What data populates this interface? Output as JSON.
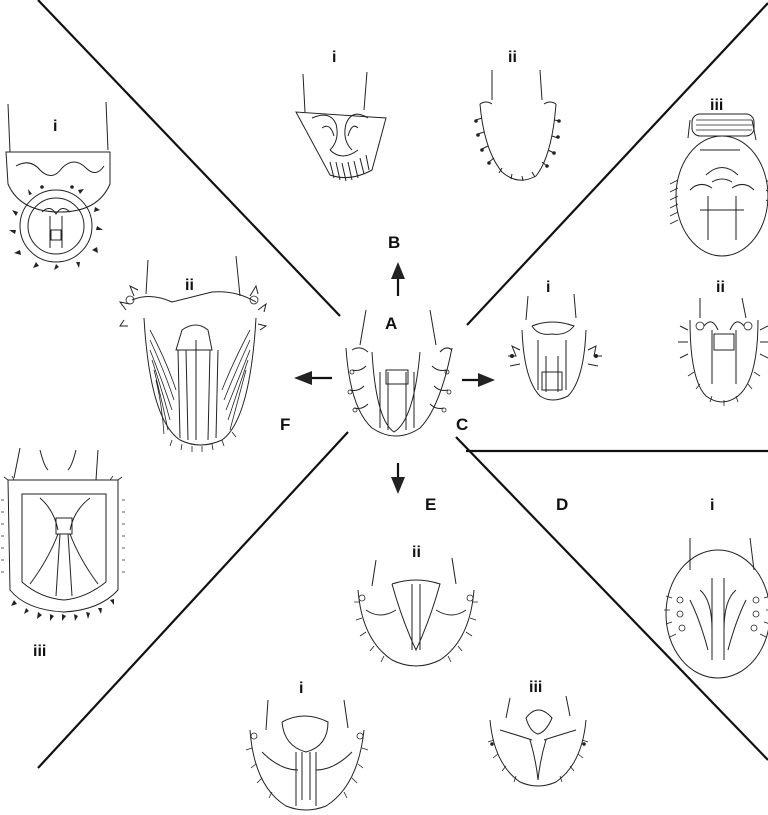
{
  "groups": [
    {
      "key": "A",
      "label": "A"
    },
    {
      "key": "B",
      "label": "B"
    },
    {
      "key": "C",
      "label": "C"
    },
    {
      "key": "D",
      "label": "D"
    },
    {
      "key": "E",
      "label": "E"
    },
    {
      "key": "F",
      "label": "F"
    }
  ],
  "subfigure_labels": {
    "b_i": "i",
    "b_ii": "ii",
    "c_i": "i",
    "c_ii": "ii",
    "c_iii": "iii",
    "d_i": "i",
    "e_i": "i",
    "e_ii": "ii",
    "e_iii": "iii",
    "f_i": "i",
    "f_ii": "ii",
    "f_iii": "iii"
  },
  "icon_names": [
    "arrow-up-icon",
    "arrow-right-icon",
    "arrow-down-icon",
    "arrow-left-icon"
  ]
}
